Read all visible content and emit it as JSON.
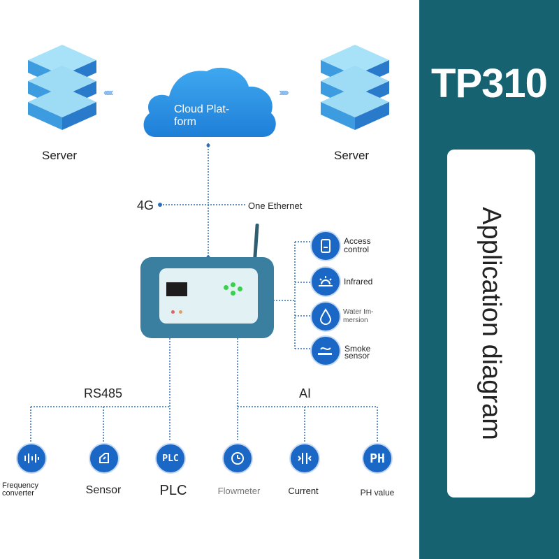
{
  "product": {
    "name": "TP310",
    "subtitle": "Application diagram"
  },
  "cloud": {
    "label": "Cloud Plat-\nform"
  },
  "servers": [
    {
      "label": "Server"
    },
    {
      "label": "Server"
    }
  ],
  "links": {
    "cellular": "4G",
    "ethernet": "One Ethernet"
  },
  "buses": {
    "rs485": "RS485",
    "ai": "AI"
  },
  "right_devices": [
    {
      "label": "Access\ncontrol",
      "icon": "access-control-icon"
    },
    {
      "label": "Infrared",
      "icon": "infrared-icon"
    },
    {
      "label": "Water Im-\nmersion",
      "icon": "water-drop-icon"
    },
    {
      "label": "Smoke\nsensor",
      "icon": "smoke-icon"
    }
  ],
  "bottom_devices": [
    {
      "label": "Frequency\nconverter",
      "icon": "frequency-converter-icon"
    },
    {
      "label": "Sensor",
      "icon": "sensor-icon"
    },
    {
      "label": "PLC",
      "icon": "plc-icon",
      "icon_text": "PLC"
    },
    {
      "label": "Flowmeter",
      "icon": "flowmeter-icon"
    },
    {
      "label": "Current",
      "icon": "current-icon"
    },
    {
      "label": "PH value",
      "icon": "ph-icon",
      "icon_text": "PH"
    }
  ],
  "colors": {
    "panel": "#176270",
    "accent": "#1a67c6",
    "line": "#2e6fb5"
  }
}
